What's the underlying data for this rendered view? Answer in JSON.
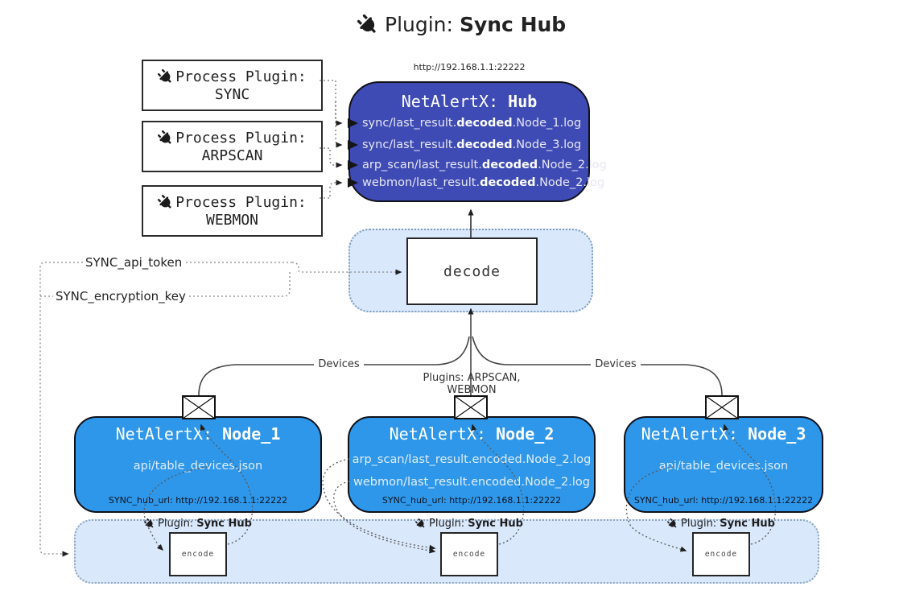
{
  "title": {
    "prefix": "Plugin:",
    "name": "Sync Hub"
  },
  "icons": {
    "title": "plug-icon",
    "node_mail": "envelope-icon"
  },
  "hub": {
    "url": "http://192.168.1.1:22222",
    "title_prefix": "NetAlertX:",
    "title_name": "Hub",
    "logs": [
      {
        "pre": "sync/last_result.",
        "mid": "decoded",
        "post": ".Node_1.log"
      },
      {
        "pre": "sync/last_result.",
        "mid": "decoded",
        "post": ".Node_3.log"
      },
      {
        "pre": "arp_scan/last_result.",
        "mid": "decoded",
        "post": ".Node_2.log"
      },
      {
        "pre": "webmon/last_result.",
        "mid": "decoded",
        "post": ".Node_2.log"
      }
    ]
  },
  "process_plugins": [
    {
      "label": "Process Plugin:",
      "name": "SYNC"
    },
    {
      "label": "Process Plugin:",
      "name": "ARPSCAN"
    },
    {
      "label": "Process Plugin:",
      "name": "WEBMON"
    }
  ],
  "decode": {
    "label": "decode"
  },
  "config": {
    "api_token": "SYNC_api_token",
    "encryption_key": "SYNC_encryption_key"
  },
  "edges": {
    "devices_left": "Devices",
    "devices_right": "Devices",
    "plugins_middle": "Plugins: ARPSCAN, WEBMON"
  },
  "nodes": [
    {
      "title_prefix": "NetAlertX:",
      "title_name": "Node_1",
      "files": [
        "api/table_devices.json"
      ],
      "hub_url": "SYNC_hub_url: http://192.168.1.1:22222"
    },
    {
      "title_prefix": "NetAlertX:",
      "title_name": "Node_2",
      "files": [
        "arp_scan/last_result.encoded.Node_2.log",
        "webmon/last_result.encoded.Node_2.log"
      ],
      "hub_url": "SYNC_hub_url: http://192.168.1.1:22222"
    },
    {
      "title_prefix": "NetAlertX:",
      "title_name": "Node_3",
      "files": [
        "api/table_devices.json"
      ],
      "hub_url": "SYNC_hub_url: http://192.168.1.1:22222"
    }
  ],
  "band": {
    "label_prefix": "Plugin:",
    "label_name": "Sync Hub",
    "encode_label": "encode"
  },
  "colors": {
    "hub_fill": "#3f4bb4",
    "node_fill": "#2e97ea",
    "panel_fill": "#d9e8fb",
    "panel_border": "#7d9bbd",
    "wire": "#444444",
    "arrow": "#1f1f1f"
  }
}
